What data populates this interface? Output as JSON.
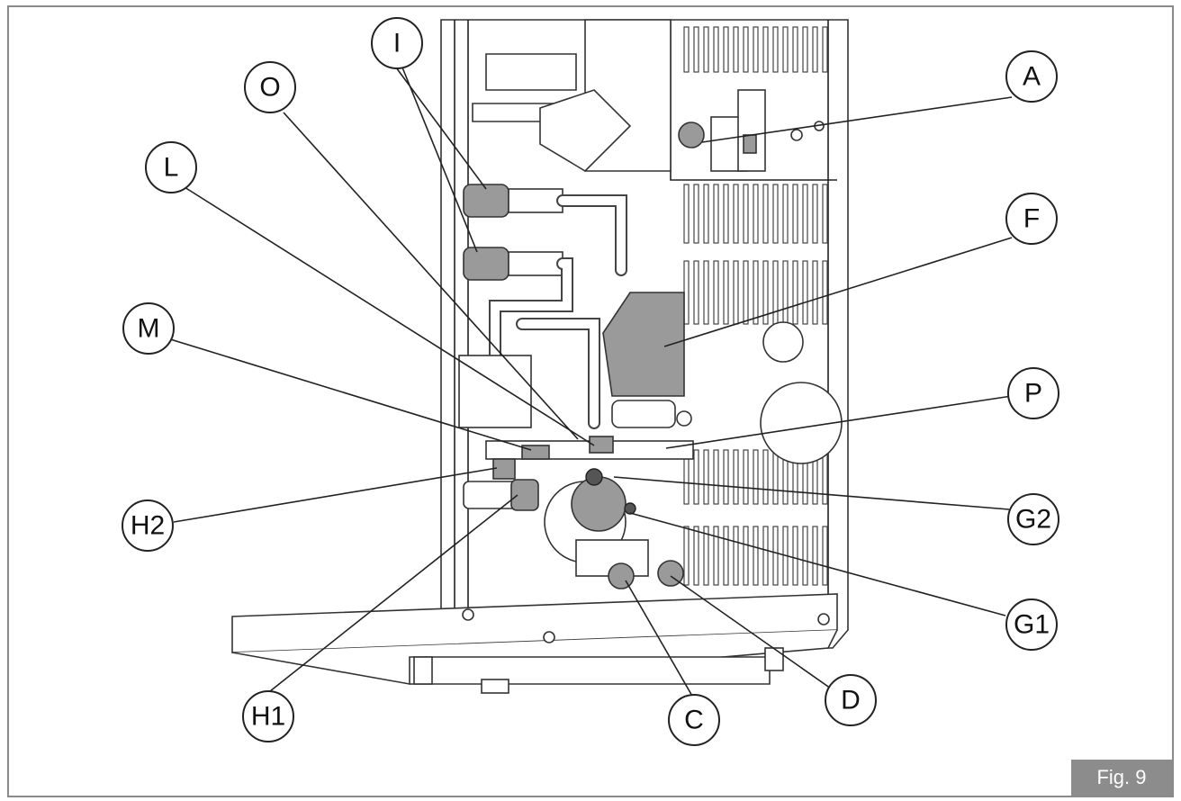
{
  "figure": {
    "label": "Fig. 9"
  },
  "callouts": {
    "A": "A",
    "F": "F",
    "P": "P",
    "G2": "G2",
    "G1": "G1",
    "D": "D",
    "C": "C",
    "H1": "H1",
    "H2": "H2",
    "M": "M",
    "L": "L",
    "O": "O",
    "I": "I"
  }
}
